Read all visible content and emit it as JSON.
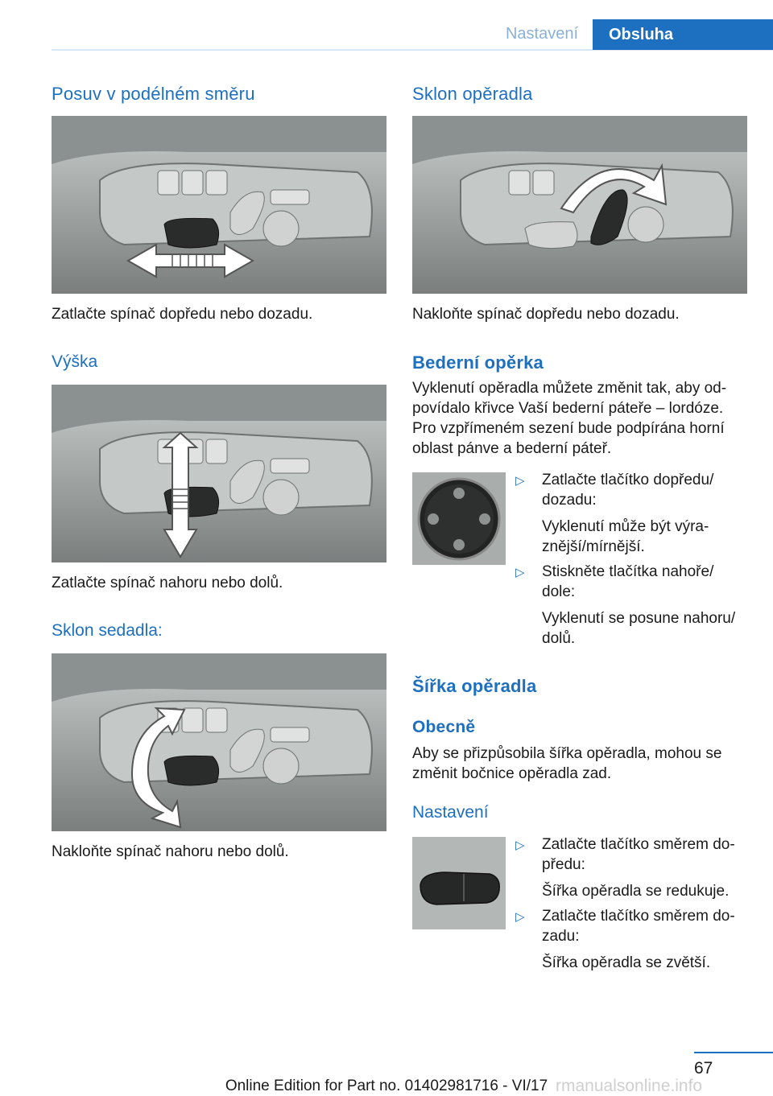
{
  "header": {
    "tab_section": "Nastavení",
    "tab_chapter": "Obsluha"
  },
  "left": {
    "s1_title": "Posuv v podélném směru",
    "s1_caption": "Zatlačte spínač dopředu nebo dozadu.",
    "s2_title": "Výška",
    "s2_caption": "Zatlačte spínač nahoru nebo dolů.",
    "s3_title": "Sklon sedadla:",
    "s3_caption": "Nakloňte spínač nahoru nebo dolů."
  },
  "right": {
    "s1_title": "Sklon opěradla",
    "s1_caption": "Nakloňte spínač dopředu nebo dozadu.",
    "s2_title": "Bederní opěrka",
    "s2_body": [
      "Vyklenutí opěradla můžete změnit tak, aby od-",
      "povídalo křivce Vaší bederní páteře – lordóze.",
      "Pro vzpřímeném sezení bude podpírána horní",
      "oblast pánve a bederní páteř."
    ],
    "lumbar_steps": [
      {
        "instr": [
          "Zatlačte tlačítko dopředu/",
          "dozadu:"
        ],
        "result": [
          "Vyklenutí může být výra-",
          "znější/mírnější."
        ]
      },
      {
        "instr": [
          "Stiskněte tlačítka nahoře/",
          "dole:"
        ],
        "result": [
          "Vyklenutí se posune nahoru/",
          "dolů."
        ]
      }
    ],
    "s3_title": "Šířka opěradla",
    "s3_sub1": "Obecně",
    "s3_body": [
      "Aby se přizpůsobila šířka opěradla, mohou se",
      "změnit bočnice opěradla zad."
    ],
    "s3_sub2": "Nastavení",
    "width_steps": [
      {
        "instr": [
          "Zatlačte tlačítko směrem do-",
          "předu:"
        ],
        "result": [
          "Šířka opěradla se redukuje."
        ]
      },
      {
        "instr": [
          "Zatlačte tlačítko směrem do-",
          "zadu:"
        ],
        "result": [
          "Šířka opěradla se zvětší."
        ]
      }
    ]
  },
  "footer": {
    "page": "67",
    "edition": "Online Edition for Part no. 01402981716 - VI/17",
    "watermark": "rmanualsonline.info"
  },
  "icons": {
    "bullet": "triangle-right-icon"
  }
}
